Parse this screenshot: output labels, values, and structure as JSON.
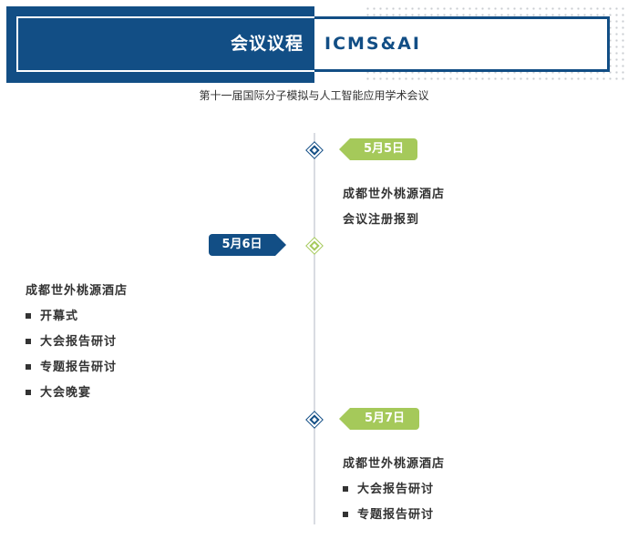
{
  "header": {
    "title": "会议议程",
    "brand": "ICMS&AI",
    "subtitle": "第十一届国际分子模拟与人工智能应用学术会议"
  },
  "days": [
    {
      "date": "5月5日",
      "venue": "成都世外桃源酒店",
      "items": [
        "会议注册报到"
      ]
    },
    {
      "date": "5月6日",
      "venue": "成都世外桃源酒店",
      "items": [
        "开幕式",
        "大会报告研讨",
        "专题报告研讨",
        "大会晚宴"
      ]
    },
    {
      "date": "5月7日",
      "venue": "成都世外桃源酒店",
      "items": [
        "大会报告研讨",
        "专题报告研讨"
      ]
    }
  ],
  "colors": {
    "primary_blue": "#124e85",
    "accent_green": "#a5c95a",
    "timeline_line": "#d9dce2"
  }
}
